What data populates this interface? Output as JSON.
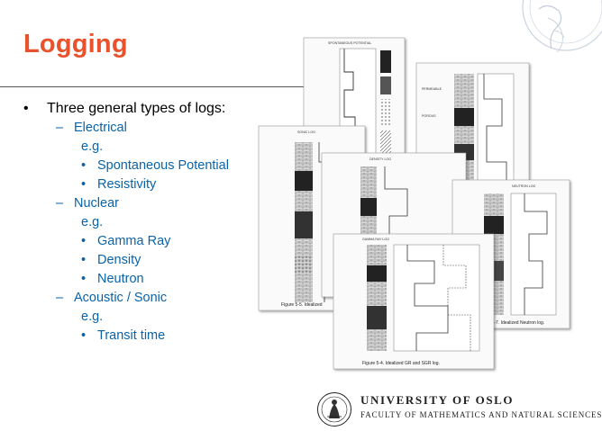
{
  "slide": {
    "title": "Logging",
    "bullet_main": "Three general types of logs:",
    "sections": [
      {
        "label": "Electrical",
        "eg": "e.g.",
        "items": [
          "Spontaneous Potential",
          "Resistivity"
        ]
      },
      {
        "label": "Nuclear",
        "eg": "e.g.",
        "items": [
          "Gamma Ray",
          "Density",
          "Neutron"
        ]
      },
      {
        "label": "Acoustic / Sonic",
        "eg": "e.g.",
        "items": [
          "Transit time"
        ]
      }
    ]
  },
  "figures": {
    "sp_title": "SPONTANEOUS POTENTIAL",
    "sonic_title": "SONIC LOG",
    "neutron_title": "NEUTRON LOG",
    "gamma_title": "GAMMA RAY LOG",
    "density_title": "DENSITY LOG",
    "caption_sonic": "Figure 5-5.  Idealized",
    "caption_gr": "Figure 5-4.  Idealized GR and SGR log.",
    "caption_neutron": "Figure 5-7.  Idealized Neutron log."
  },
  "footer": {
    "university": "UNIVERSITY OF OSLO",
    "faculty": "FACULTY OF MATHEMATICS AND NATURAL SCIENCES"
  },
  "colors": {
    "title": "#e8522d",
    "accent": "#0a63a8",
    "text": "#000000"
  }
}
